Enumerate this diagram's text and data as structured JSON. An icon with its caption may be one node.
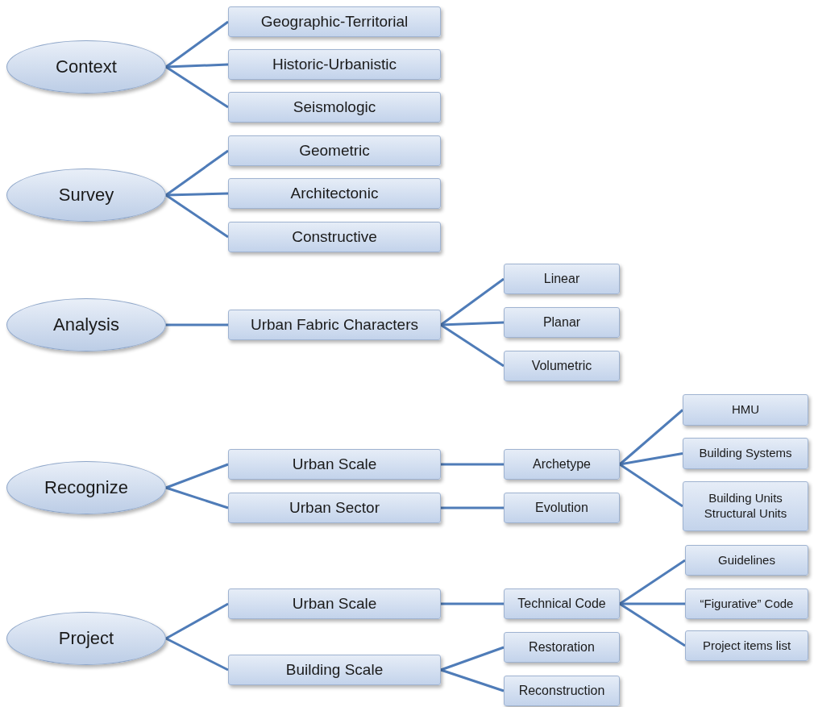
{
  "diagram": {
    "nodes": [
      {
        "text": [
          "Context"
        ]
      },
      {
        "text": [
          "Geographic-Territorial"
        ]
      },
      {
        "text": [
          "Historic-Urbanistic"
        ]
      },
      {
        "text": [
          "Seismologic"
        ]
      },
      {
        "text": [
          "Survey"
        ]
      },
      {
        "text": [
          "Geometric"
        ]
      },
      {
        "text": [
          "Architectonic"
        ]
      },
      {
        "text": [
          "Constructive"
        ]
      },
      {
        "text": [
          "Analysis"
        ]
      },
      {
        "text": [
          "Urban Fabric Characters"
        ]
      },
      {
        "text": [
          "Linear"
        ]
      },
      {
        "text": [
          "Planar"
        ]
      },
      {
        "text": [
          "Volumetric"
        ]
      },
      {
        "text": [
          "Recognize"
        ]
      },
      {
        "text": [
          "Urban Scale"
        ]
      },
      {
        "text": [
          "Archetype"
        ]
      },
      {
        "text": [
          "HMU"
        ]
      },
      {
        "text": [
          "Building Systems"
        ]
      },
      {
        "text": [
          "Building Units Structural Units"
        ]
      },
      {
        "text": [
          "Urban Sector"
        ]
      },
      {
        "text": [
          "Evolution"
        ]
      },
      {
        "text": [
          "Project"
        ]
      },
      {
        "text": [
          "Urban Scale"
        ]
      },
      {
        "text": [
          "Technical Code"
        ]
      },
      {
        "text": [
          "Guidelines"
        ]
      },
      {
        "text": [
          "“Figurative” Code"
        ]
      },
      {
        "text": [
          "Project items list"
        ]
      },
      {
        "text": [
          "Building Scale"
        ]
      },
      {
        "text": [
          "Restoration"
        ]
      },
      {
        "text": [
          "Reconstruction"
        ]
      }
    ],
    "edges": [
      {
        "from": 0,
        "to": 1,
        "arrow": "none"
      },
      {
        "from": 0,
        "to": 2,
        "arrow": "none"
      },
      {
        "from": 0,
        "to": 3,
        "arrow": "none"
      },
      {
        "from": 4,
        "to": 5,
        "arrow": "none"
      },
      {
        "from": 4,
        "to": 6,
        "arrow": "none"
      },
      {
        "from": 4,
        "to": 7,
        "arrow": "none"
      },
      {
        "from": 8,
        "to": 9,
        "arrow": "none"
      },
      {
        "from": 9,
        "to": 10,
        "arrow": "none"
      },
      {
        "from": 9,
        "to": 11,
        "arrow": "none"
      },
      {
        "from": 9,
        "to": 12,
        "arrow": "none"
      },
      {
        "from": 13,
        "to": 14,
        "arrow": "none"
      },
      {
        "from": 13,
        "to": 19,
        "arrow": "none"
      },
      {
        "from": 14,
        "to": 15,
        "arrow": "none"
      },
      {
        "from": 15,
        "to": 16,
        "arrow": "none"
      },
      {
        "from": 15,
        "to": 17,
        "arrow": "none"
      },
      {
        "from": 15,
        "to": 18,
        "arrow": "none"
      },
      {
        "from": 19,
        "to": 20,
        "arrow": "none"
      },
      {
        "from": 21,
        "to": 22,
        "arrow": "none"
      },
      {
        "from": 21,
        "to": 27,
        "arrow": "none"
      },
      {
        "from": 22,
        "to": 23,
        "arrow": "none"
      },
      {
        "from": 23,
        "to": 24,
        "arrow": "none"
      },
      {
        "from": 23,
        "to": 25,
        "arrow": "none"
      },
      {
        "from": 23,
        "to": 26,
        "arrow": "none"
      },
      {
        "from": 27,
        "to": 28,
        "arrow": "none"
      },
      {
        "from": 27,
        "to": 29,
        "arrow": "none"
      }
    ]
  }
}
